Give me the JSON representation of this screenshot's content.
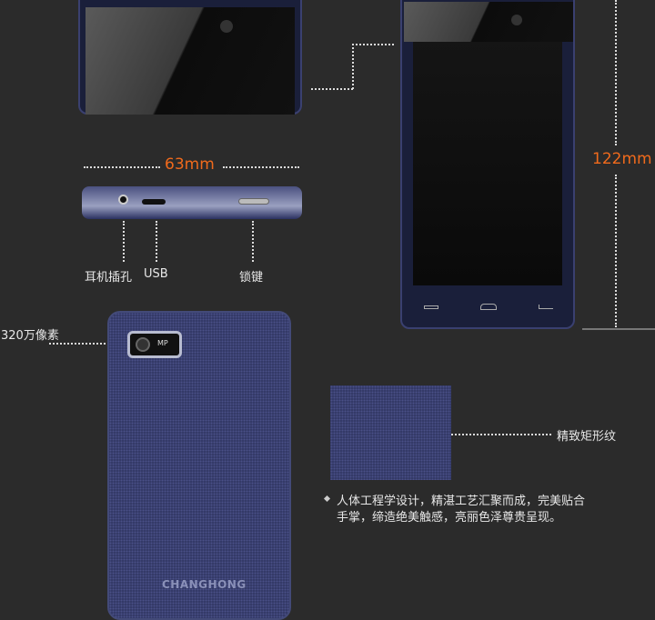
{
  "labels": {
    "width": "63mm",
    "height": "122mm",
    "headphone_jack": "耳机插孔",
    "usb": "USB",
    "lock_key": "锁键",
    "camera": "320万像素",
    "camera_badge": "MP",
    "texture": "精致矩形纹",
    "brand": "CHANGHONG"
  },
  "description": {
    "line1": "人体工程学设计，精湛工艺汇聚而成，完美贴合",
    "line2": "手掌，缔造绝美触感，亮丽色泽尊贵呈现。"
  },
  "colors": {
    "accent": "#f06a1c",
    "background": "#2b2b2b",
    "phone_body": "#2f3560"
  }
}
